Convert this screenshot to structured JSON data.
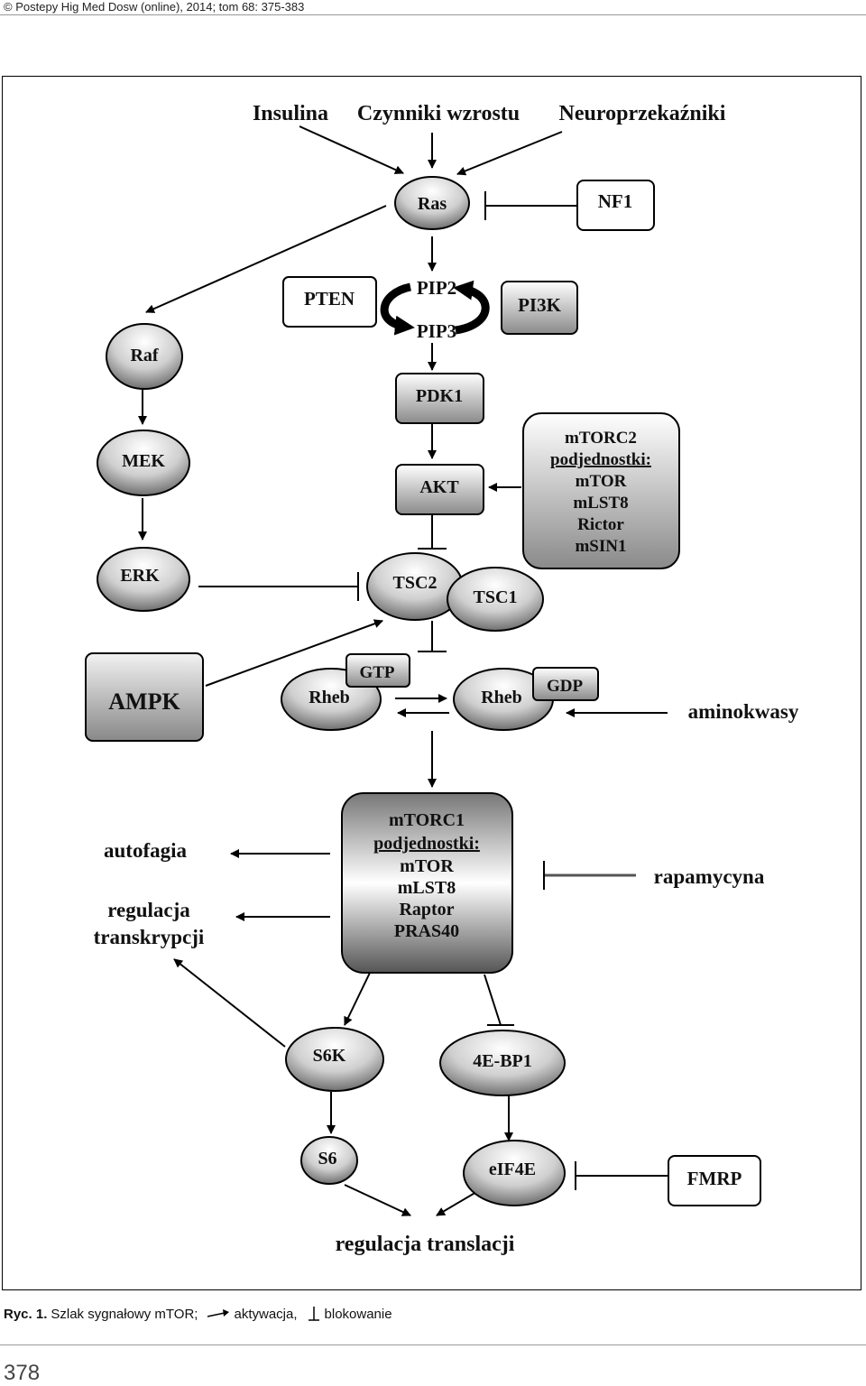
{
  "header": {
    "text": "Postepy Hig Med Dosw (online), 2014; tom 68: 375-383"
  },
  "inputs": {
    "insulina": "Insulina",
    "czynniki": "Czynniki wzrostu",
    "neuro": "Neuroprzekaźniki"
  },
  "nodes": {
    "ras": "Ras",
    "nf1": "NF1",
    "raf": "Raf",
    "pten": "PTEN",
    "pip2": "PIP2",
    "pip3": "PIP3",
    "pi3k": "PI3K",
    "pdk1": "PDK1",
    "mek": "MEK",
    "akt": "AKT",
    "erk": "ERK",
    "tsc2": "TSC2",
    "tsc1": "TSC1",
    "ampk": "AMPK",
    "rheb1": "Rheb",
    "gtp": "GTP",
    "rheb2": "Rheb",
    "gdp": "GDP",
    "aminokwasy": "aminokwasy",
    "autofagia": "autofagia",
    "regulacja1": "regulacja",
    "transkrypcji": "transkrypcji",
    "rapamycyna": "rapamycyna",
    "s6k": "S6K",
    "ebp1": "4E-BP1",
    "s6": "S6",
    "eif4e": "eIF4E",
    "fmrp": "FMRP",
    "translacja": "regulacja translacji"
  },
  "mtorc2": {
    "title": "mTORC2",
    "sub": "podjednostki:",
    "l1": "mTOR",
    "l2": "mLST8",
    "l3": "Rictor",
    "l4": "mSIN1"
  },
  "mtorc1": {
    "title": "mTORC1",
    "sub": "podjednostki:",
    "l1": "mTOR",
    "l2": "mLST8",
    "l3": "Raptor",
    "l4": "PRAS40"
  },
  "caption": {
    "label": "Ryc. 1.",
    "text": "Szlak sygnałowy mTOR;",
    "act": "aktywacja,",
    "block": "blokowanie"
  },
  "page_number": "378"
}
